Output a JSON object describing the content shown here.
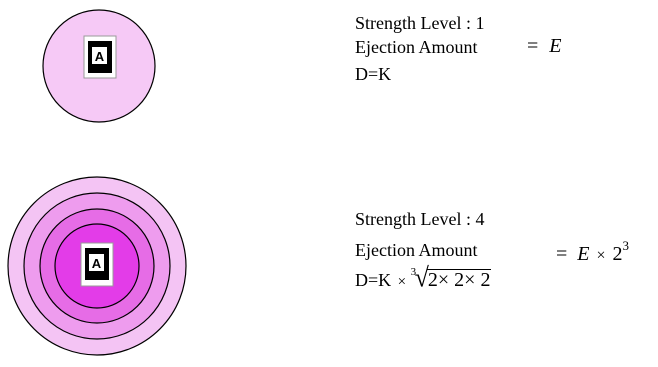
{
  "colors": {
    "ring_outer": "#f4c4f4",
    "ring_2": "#ee9cee",
    "ring_3": "#e66ce6",
    "ring_core": "#e33ce8",
    "single_fill": "#f6c9f6",
    "badge_bg": "#000000",
    "badge_box": "#ffffff",
    "stroke": "#000000"
  },
  "badge_letter": "A",
  "level1": {
    "strength": "Strength Level : 1",
    "ejection": "Ejection Amount",
    "eq": "=",
    "value": "E",
    "dist": "D=K"
  },
  "level4": {
    "strength": "Strength Level : 4",
    "ejection": "Ejection Amount",
    "eq": "=",
    "value": "E",
    "times": "×",
    "base": "2",
    "exp": "3",
    "dist": "D=K",
    "root_index": "3",
    "root_body": "2× 2× 2"
  }
}
